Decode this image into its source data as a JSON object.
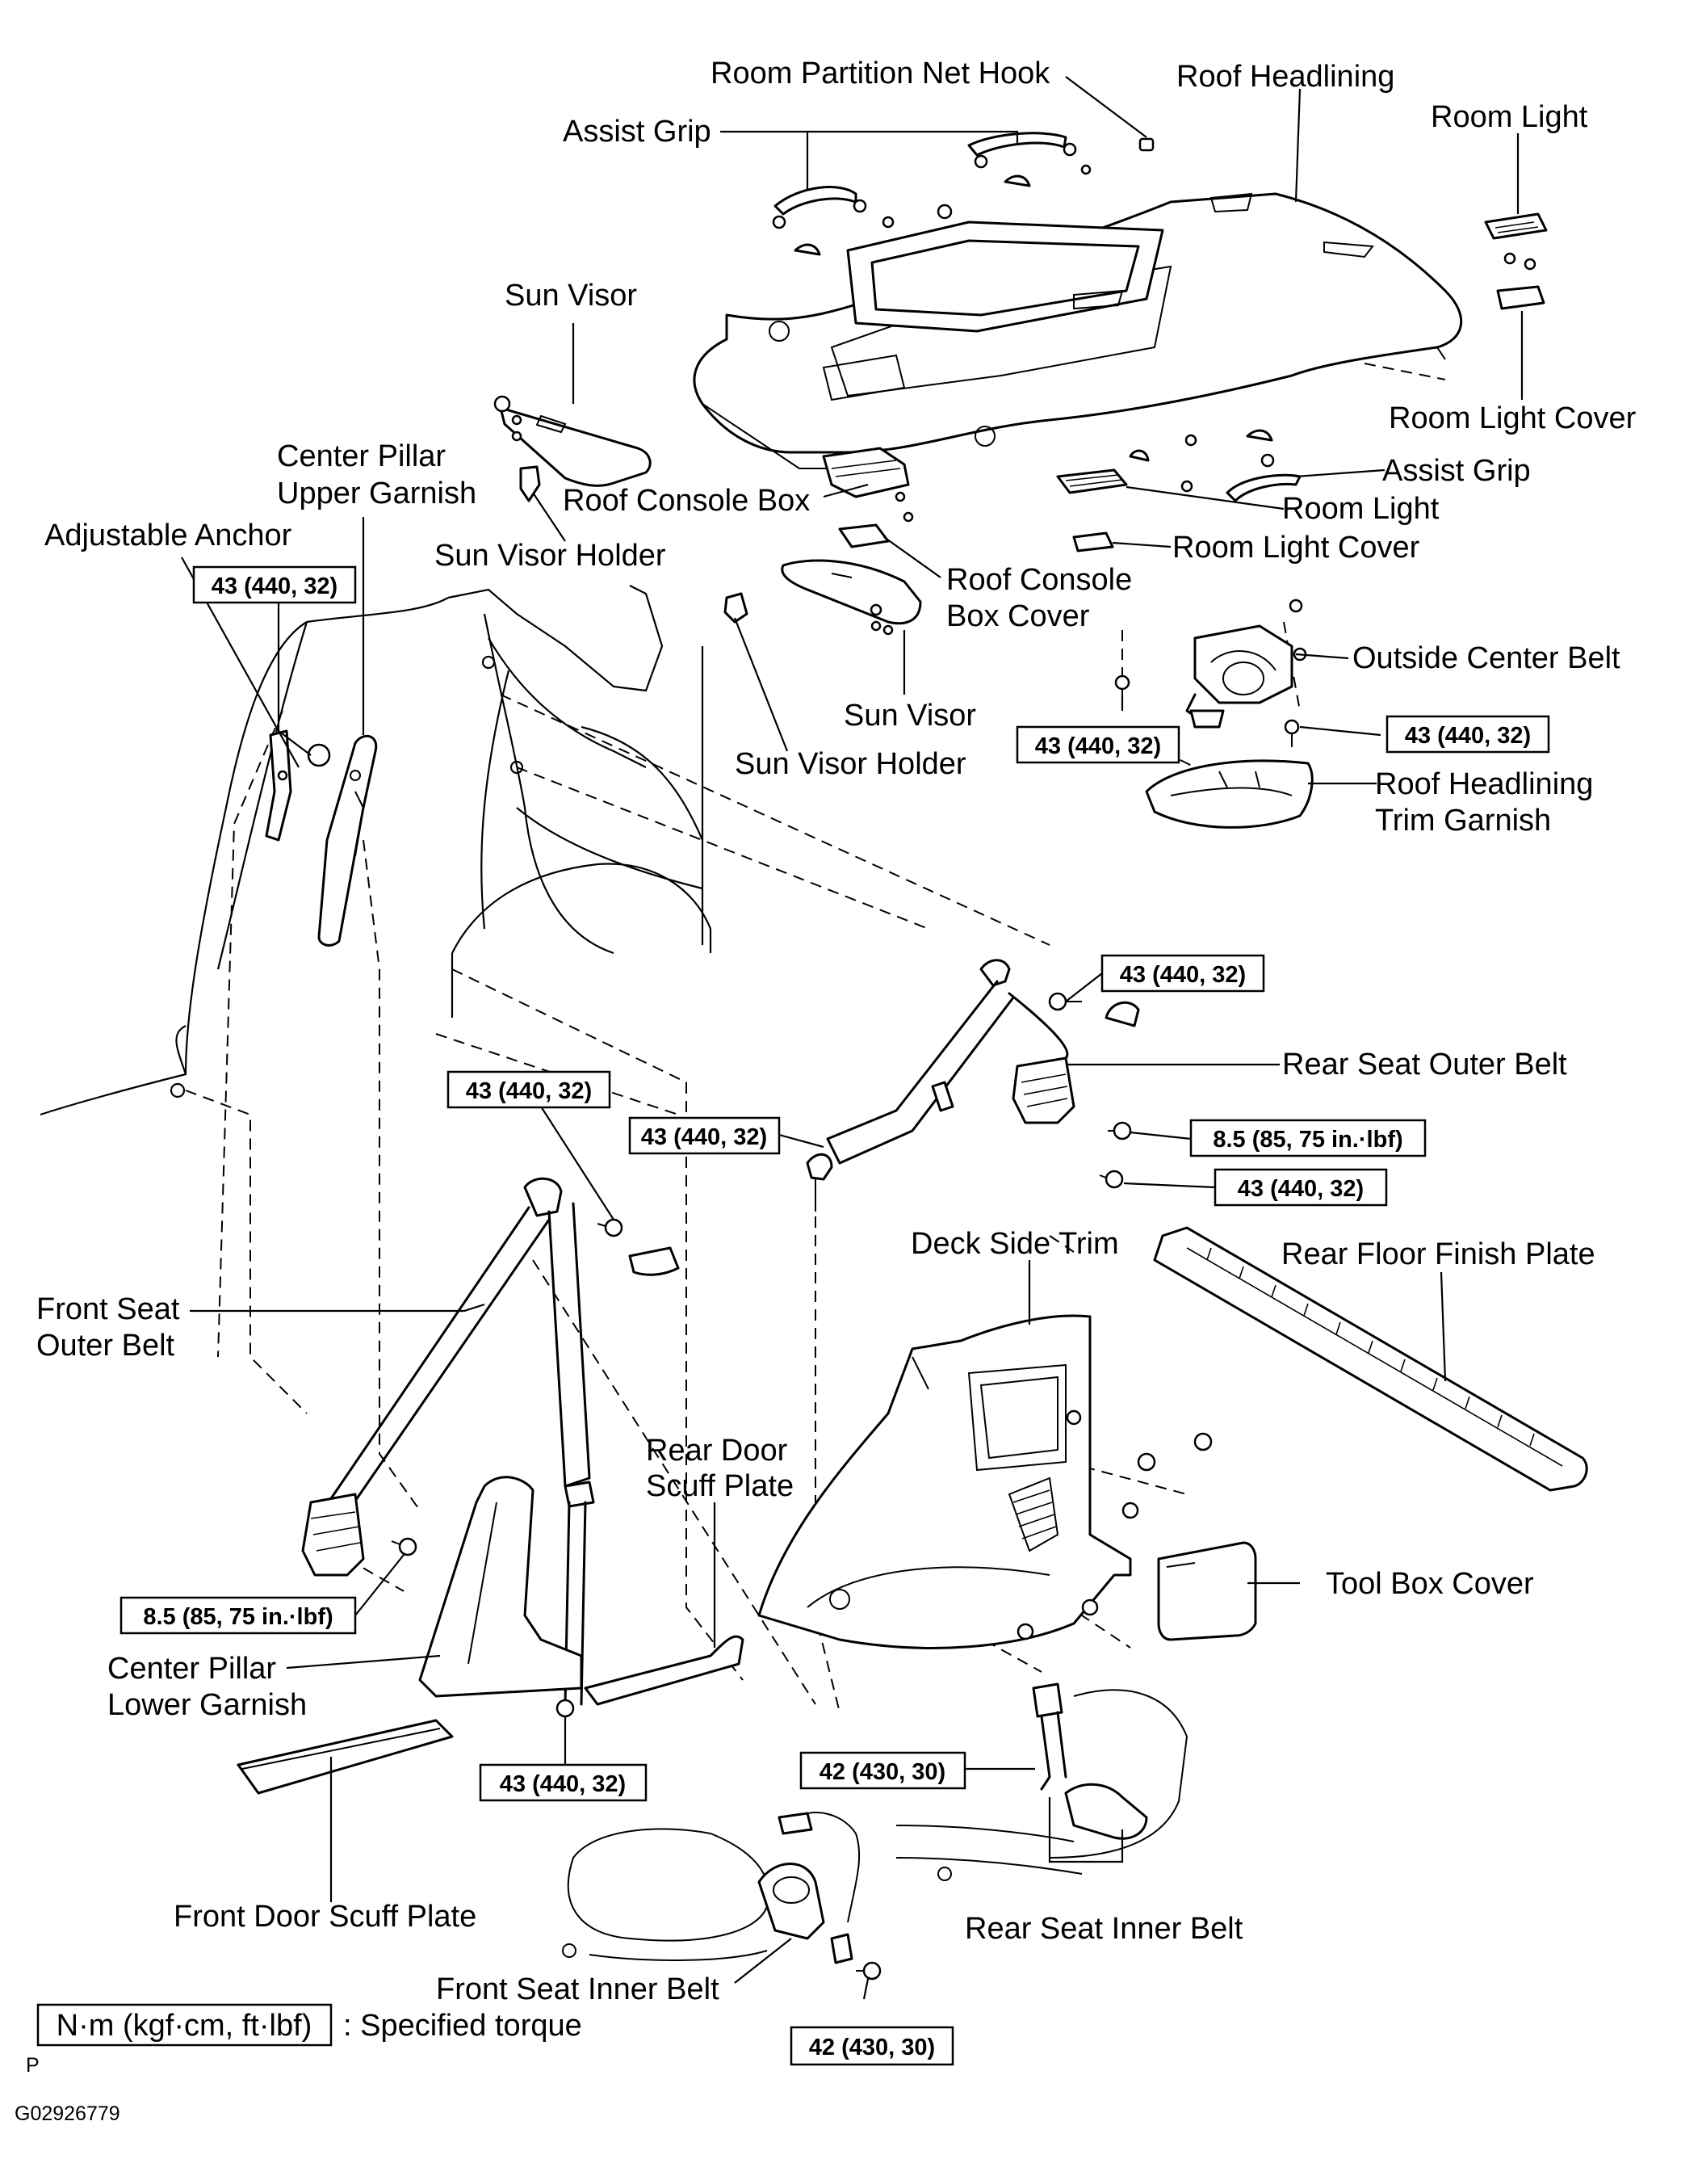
{
  "labels": {
    "room_partition_net_hook": "Room Partition Net Hook",
    "roof_headlining": "Roof Headlining",
    "assist_grip_top": "Assist Grip",
    "room_light_top": "Room Light",
    "room_light_cover_top": "Room Light Cover",
    "sun_visor_top": "Sun Visor",
    "center_pillar_upper_garnish_1": "Center Pillar",
    "center_pillar_upper_garnish_2": "Upper Garnish",
    "adjustable_anchor": "Adjustable Anchor",
    "roof_console_box": "Roof Console Box",
    "sun_visor_holder_top": "Sun Visor Holder",
    "assist_grip_right": "Assist Grip",
    "room_light_right": "Room Light",
    "room_light_cover_right": "Room Light Cover",
    "roof_console_box_cover_1": "Roof Console",
    "roof_console_box_cover_2": "Box Cover",
    "outside_center_belt": "Outside Center Belt",
    "sun_visor_mid": "Sun Visor",
    "sun_visor_holder_mid": "Sun Visor Holder",
    "roof_headlining_trim_garnish_1": "Roof Headlining",
    "roof_headlining_trim_garnish_2": "Trim Garnish",
    "rear_seat_outer_belt": "Rear Seat Outer Belt",
    "front_seat_outer_belt_1": "Front Seat",
    "front_seat_outer_belt_2": "Outer Belt",
    "deck_side_trim": "Deck Side Trim",
    "rear_floor_finish_plate": "Rear Floor Finish Plate",
    "rear_door_scuff_plate_1": "Rear Door",
    "rear_door_scuff_plate_2": "Scuff Plate",
    "tool_box_cover": "Tool Box Cover",
    "center_pillar_lower_garnish_1": "Center Pillar",
    "center_pillar_lower_garnish_2": "Lower Garnish",
    "front_door_scuff_plate": "Front Door Scuff Plate",
    "rear_seat_inner_belt": "Rear Seat Inner Belt",
    "front_seat_inner_belt": "Front Seat Inner Belt"
  },
  "torques": {
    "adjustable_anchor": "43 (440, 32)",
    "outside_center_belt_left": "43 (440, 32)",
    "outside_center_belt_right": "43 (440, 32)",
    "rear_outer_top": "43 (440, 32)",
    "rear_outer_mid": "8.5 (85, 75 in.·lbf)",
    "rear_outer_low": "43 (440, 32)",
    "rear_outer_anchor": "43 (440, 32)",
    "front_outer_top": "43 (440, 32)",
    "front_retractor": "8.5 (85, 75 in.·lbf)",
    "front_outer_bottom": "43 (440, 32)",
    "rear_inner_belt": "42 (430, 30)",
    "front_inner_belt": "42 (430, 30)"
  },
  "legend": {
    "unit_box": "N·m (kgf·cm, ft·lbf)",
    "description": ": Specified torque"
  },
  "footer": {
    "letter": "P",
    "code": "G02926779"
  }
}
